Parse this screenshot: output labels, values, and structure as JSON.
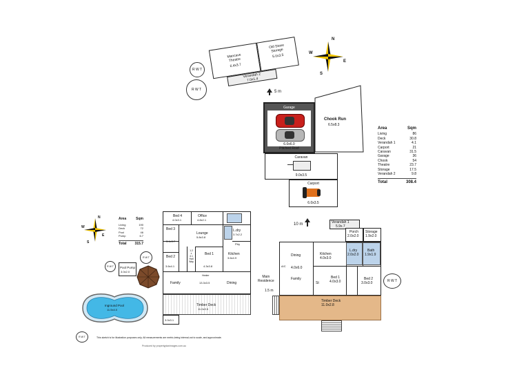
{
  "outbuildings": {
    "mancave": {
      "name": "Mancave\nTheatre",
      "size": "6.4x3.7"
    },
    "old_stone": {
      "name": "Old Stone\nStorage",
      "size": "5.0x3.5"
    },
    "verandah2": {
      "name": "Verandah 2",
      "size": "7.0x1.4"
    },
    "distance_top": "5 m",
    "garage": {
      "name": "Garage",
      "size": "6.0x6.0",
      "roof": "Pitched Roof"
    },
    "chook_run": {
      "name": "Chook Run",
      "size": "6.5x8.3"
    },
    "caravan": {
      "name": "Caravan",
      "size": "9.0x3.5"
    },
    "carport": {
      "name": "Carport",
      "size": "6.0x3.5"
    },
    "rwt": "R W T"
  },
  "area_table_right": {
    "header_area": "Area",
    "header_sqm": "Sqm",
    "rows": [
      {
        "name": "Living",
        "value": "86"
      },
      {
        "name": "Deck",
        "value": "30.8"
      },
      {
        "name": "Verandah 1",
        "value": "4.1"
      },
      {
        "name": "Carport",
        "value": "21"
      },
      {
        "name": "Caravan",
        "value": "31.5"
      },
      {
        "name": "Garage",
        "value": "36"
      },
      {
        "name": "Chook",
        "value": "54"
      },
      {
        "name": "Theatre",
        "value": "23.7"
      },
      {
        "name": "Storage",
        "value": "17.5"
      },
      {
        "name": "Verandah 2",
        "value": "9.8"
      }
    ],
    "total_label": "Total",
    "total_value": "308.4"
  },
  "area_table_left": {
    "header_area": "Area",
    "header_sqm": "Sqm",
    "rows": [
      {
        "name": "Living",
        "value": "190"
      },
      {
        "name": "Deck",
        "value": "72"
      },
      {
        "name": "Pool",
        "value": "46"
      },
      {
        "name": "Pump",
        "value": "6.7"
      }
    ],
    "total_label": "Total",
    "total_value": "315.7"
  },
  "left_plan": {
    "bed4": {
      "name": "Bed 4",
      "size": "4.0x3.1"
    },
    "office": {
      "name": "Office",
      "size": "4.8x2.1"
    },
    "bed3": {
      "name": "Bed 3",
      "size": "3.4x3.7"
    },
    "lounge": {
      "name": "Lounge",
      "size": "5.8x3.8"
    },
    "ldry": {
      "name": "L.dry",
      "size": "3.7x2.2"
    },
    "bed2": {
      "name": "Bed 2",
      "size": "3.6x4.1"
    },
    "hall": {
      "name": "1.2\nx\n4.1\nHall\nWay",
      "size": ""
    },
    "bed1": {
      "name": "Bed 1",
      "size": "4.3x3.8"
    },
    "kitchen": {
      "name": "Kitchen",
      "size": "3.6x4.9"
    },
    "pantry": "Ptry",
    "heater": "Heater",
    "family": "Family",
    "family_size": "13.3x3.5",
    "dining": "Dining",
    "timber_deck": {
      "name": "Timber Deck",
      "size": "11.0x3.5"
    },
    "small_room_size": "3.0x3.1",
    "pool_pump": {
      "name": "Pool Pump",
      "size": "3.0x2.0"
    },
    "inground_pool": {
      "name": "Inground Pool",
      "size": "11.5x4.0"
    },
    "rwt": "R W T",
    "disclaimer": "This sketch is for illustration purposes only. All measurements are metric,being internal,not to scale, and approximate.",
    "produced": "Produced by propertyplanimages.com.au"
  },
  "right_plan": {
    "verandah1": {
      "name": "Verandah 1",
      "size": "5.9x.7"
    },
    "porch": {
      "name": "Porch",
      "size": "2.0x2.0"
    },
    "storage": {
      "name": "Storage",
      "size": "1.9x2.0"
    },
    "dining": "Dining",
    "dining_size": "4.0x6.0",
    "family": "Family",
    "kitchen": {
      "name": "Kitchen",
      "size": "4.0x3.0"
    },
    "ldry": {
      "name": "L.dry",
      "size": "2.0x2.0"
    },
    "bath": {
      "name": "Bath",
      "size": "1.9x1.9"
    },
    "bed1": {
      "name": "Bed 1",
      "size": "4.0x3.0"
    },
    "bed2": {
      "name": "Bed 2",
      "size": "3.0x3.0"
    },
    "ac": "A/C",
    "st": "St",
    "timber_deck": {
      "name": "Timber Deck",
      "size": "11.0x2.8"
    },
    "distance": "10 m",
    "main_residence": "Main\nResidence",
    "distance_bottom": "1.5 m",
    "rwt": "R W T"
  },
  "compass_letters": {
    "n": "N",
    "s": "S",
    "e": "E",
    "w": "W"
  }
}
